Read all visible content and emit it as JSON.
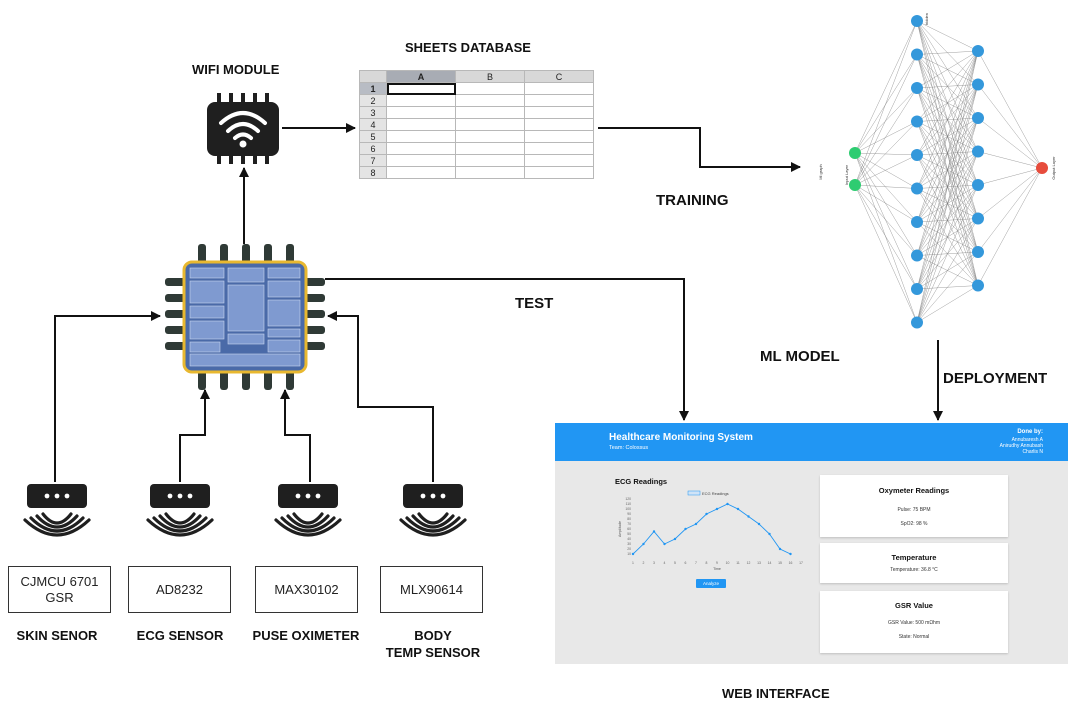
{
  "labels": {
    "wifi": "WIFI MODULE",
    "sheets": "SHEETS DATABASE",
    "training": "TRAINING",
    "test": "TEST",
    "ml_model": "ML MODEL",
    "deployment": "DEPLOYMENT",
    "web_interface": "WEB INTERFACE"
  },
  "spreadsheet": {
    "columns": [
      "A",
      "B",
      "C"
    ],
    "rows": [
      "1",
      "2",
      "3",
      "4",
      "5",
      "6",
      "7",
      "8"
    ]
  },
  "neural_net": {
    "input_axis_label": "Input Layer",
    "output_axis_label": "Output Layer",
    "hidden_label": "hidden",
    "input_side_label": "Ml graph",
    "colors": {
      "input": "#2ecc71",
      "hidden": "#3498db",
      "output": "#e74c3c"
    }
  },
  "sensors": [
    {
      "box": "CJMCU 6701\nGSR",
      "name": "SKIN SENOR"
    },
    {
      "box": "AD8232",
      "name": "ECG SENSOR"
    },
    {
      "box": "MAX30102",
      "name": "PUSE OXIMETER"
    },
    {
      "box": "MLX90614",
      "name": "BODY\nTEMP SENSOR"
    }
  ],
  "web": {
    "title": "Healthcare Monitoring System",
    "team": "Team: Colossus",
    "done_by": "Done by:",
    "names": [
      "Annubaresh A",
      "Anirudhy Annubash",
      "Charlis N"
    ],
    "ecg_title": "ECG Readings",
    "ecg_legend": "ECG Readings",
    "ecg_xlabel": "Time",
    "ecg_ylabel": "Amplitude",
    "analyze_button": "Analyze",
    "oxy_title": "Oxymeter Readings",
    "oxy_pulse": "Pulse: 75 BPM",
    "oxy_spo2": "SpO2: 98 %",
    "temp_title": "Temperature",
    "temp_value": "Temperature: 36.8 °C",
    "gsr_title": "GSR Value",
    "gsr_value": "GSR Value: 500 mΩhm",
    "gsr_state": "State: Normal",
    "accent": "#2196f3",
    "ecg_values": [
      10,
      30,
      55,
      30,
      40,
      60,
      70,
      90,
      100,
      110,
      100,
      85,
      70,
      50,
      20,
      10
    ],
    "ecg_x": [
      "1",
      "2",
      "3",
      "4",
      "5",
      "6",
      "7",
      "8",
      "9",
      "10",
      "11",
      "12",
      "13",
      "14",
      "15",
      "16",
      "17"
    ],
    "ecg_y_ticks": [
      "10",
      "20",
      "30",
      "40",
      "50",
      "60",
      "70",
      "80",
      "90",
      "100",
      "110",
      "120"
    ]
  }
}
